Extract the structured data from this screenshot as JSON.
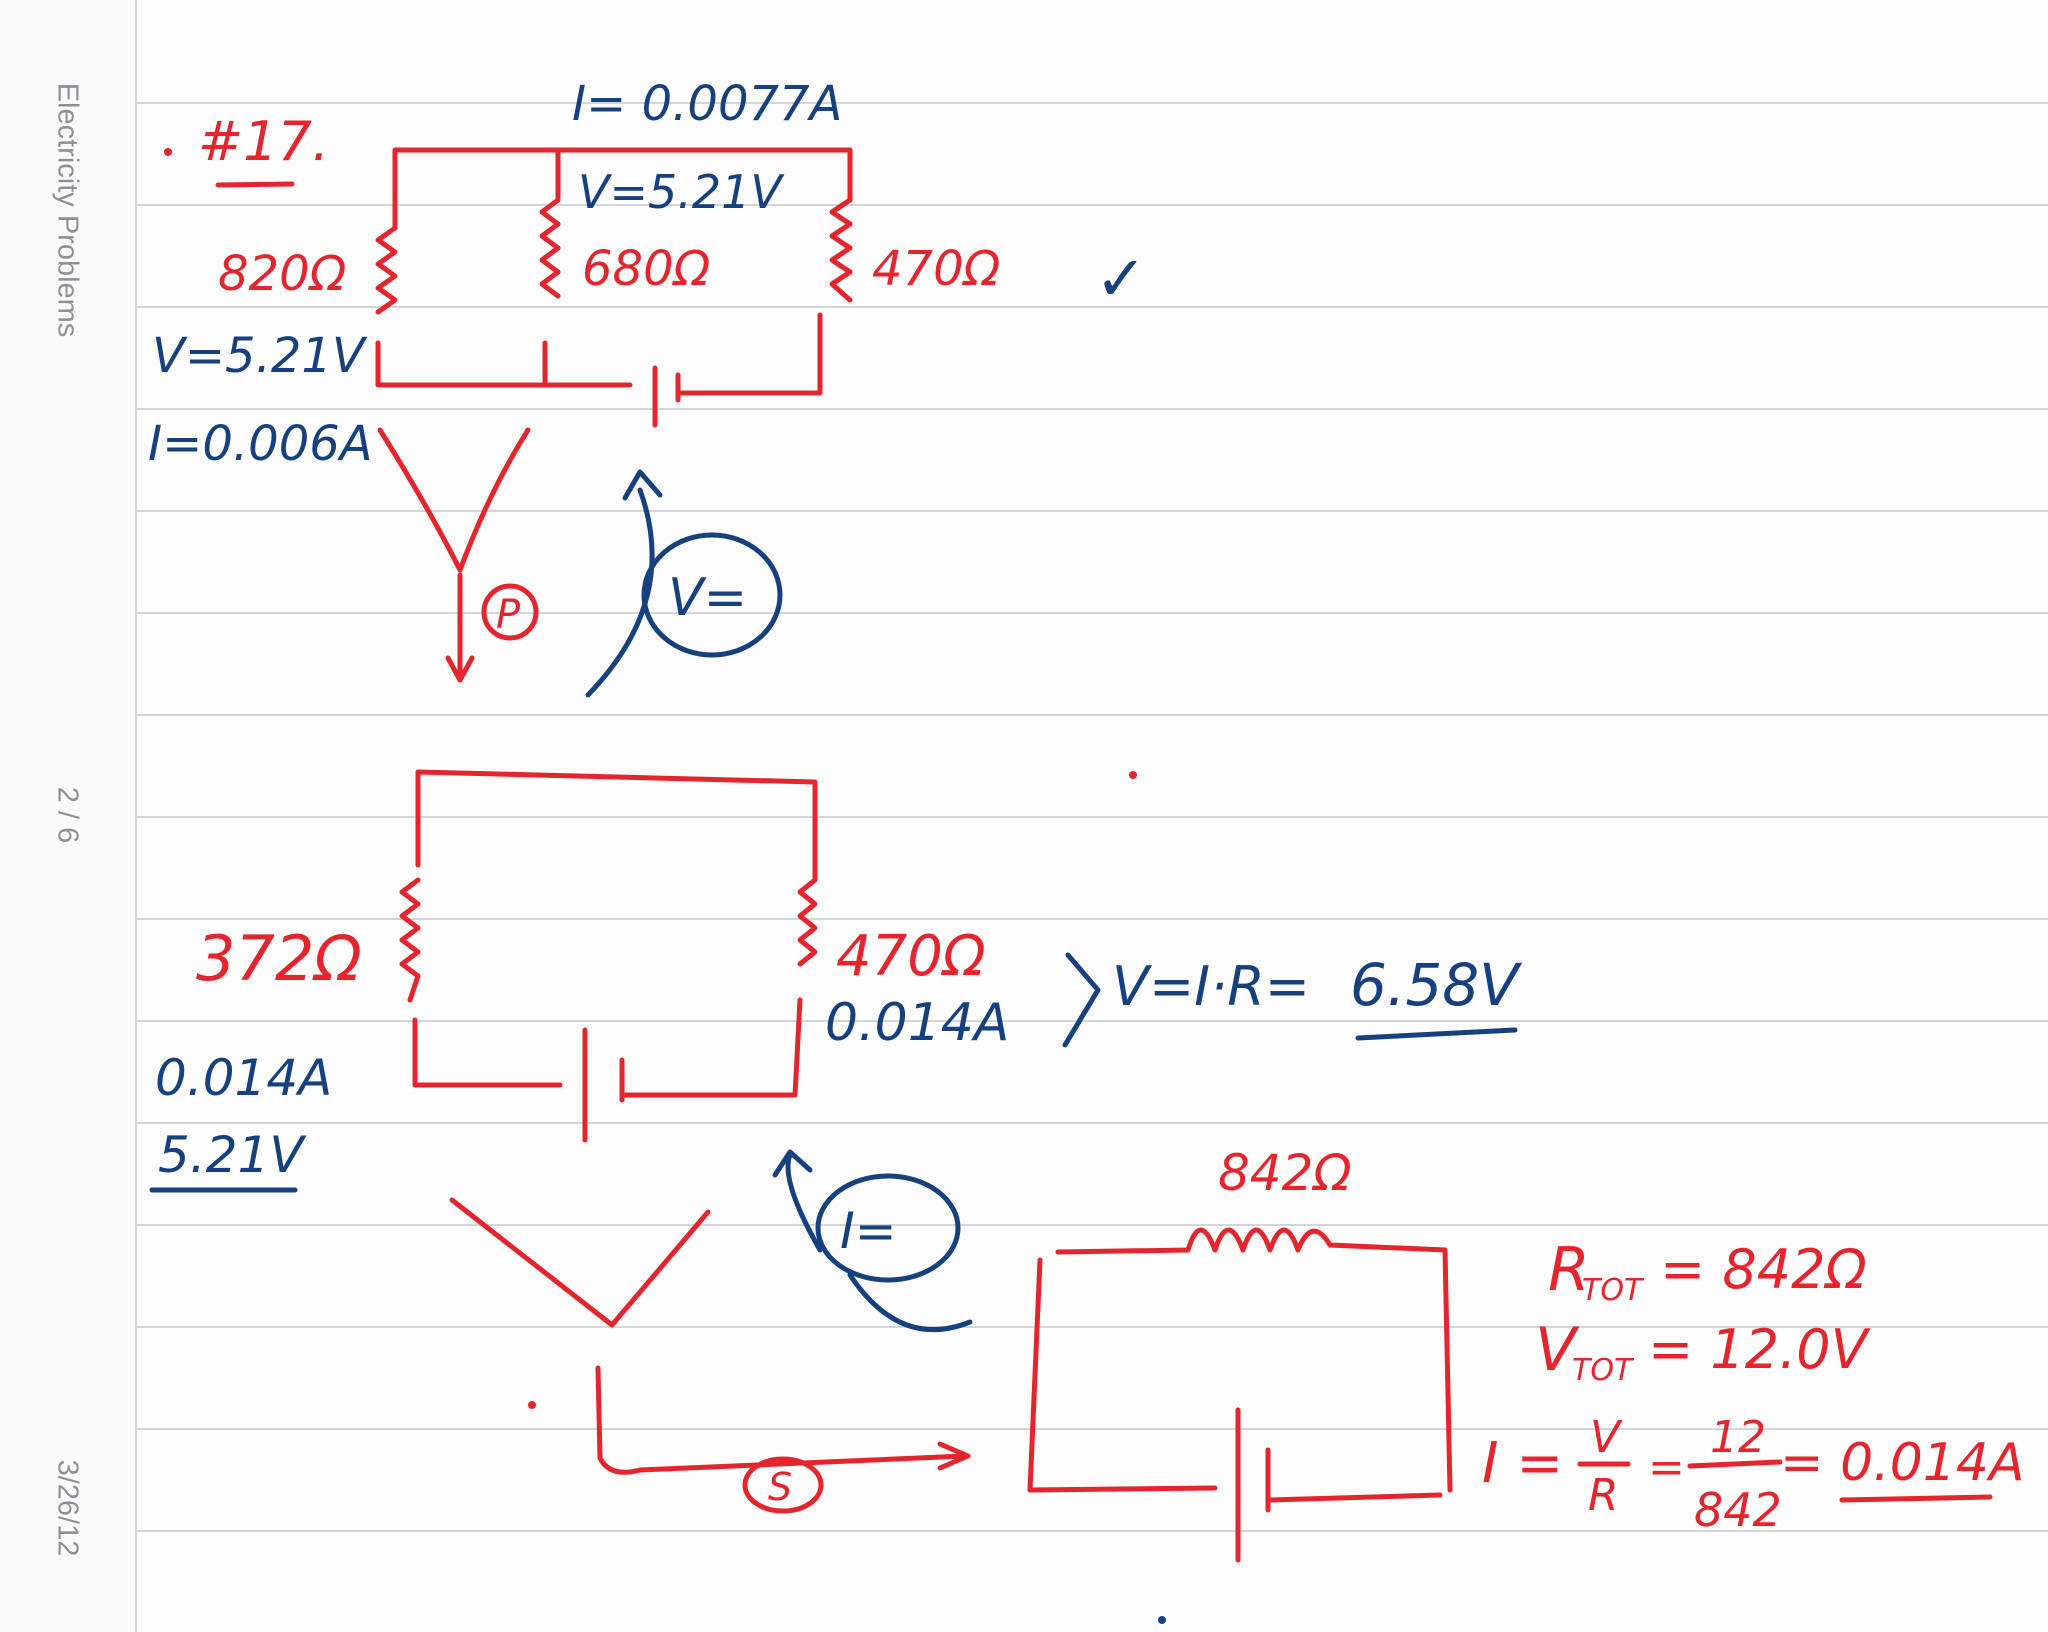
{
  "sidebar": {
    "title": "Electricity Problems",
    "page": "2 / 6",
    "date": "3/26/12"
  },
  "colors": {
    "red_ink": "#e3262e",
    "blue_ink": "#17407f",
    "rule_line": "#d3d5da"
  },
  "notes": {
    "problem_number": "#17.",
    "circuit1": {
      "r1": "820Ω",
      "r2": "680Ω",
      "r3": "470Ω",
      "current_top": "I= 0.0077A",
      "voltage_top": "V=5.21V",
      "voltage_left": "V=5.21V",
      "current_left": "I=0.006A",
      "check": "✓",
      "parallel_label": "P",
      "v_circle": "V="
    },
    "circuit2": {
      "r1": "372Ω",
      "r2": "470Ω",
      "current_right": "0.014A",
      "current_left": "0.014A",
      "voltage_left": "5.21V",
      "formula": "V=I·R=",
      "result": "6.58V",
      "i_circle": "I=",
      "series_label": "S"
    },
    "circuit3": {
      "r": "842Ω",
      "r_tot_sym": "R",
      "r_tot_sub": "TOT",
      "r_tot_val": "= 842Ω",
      "v_tot_sym": "V",
      "v_tot_sub": "TOT",
      "v_tot_val": "= 12.0V",
      "i_sym": "I =",
      "frac1_num": "V",
      "frac1_den": "R",
      "eq2": "=",
      "frac2_num": "12",
      "frac2_den": "842",
      "result": "= 0.014A"
    }
  }
}
